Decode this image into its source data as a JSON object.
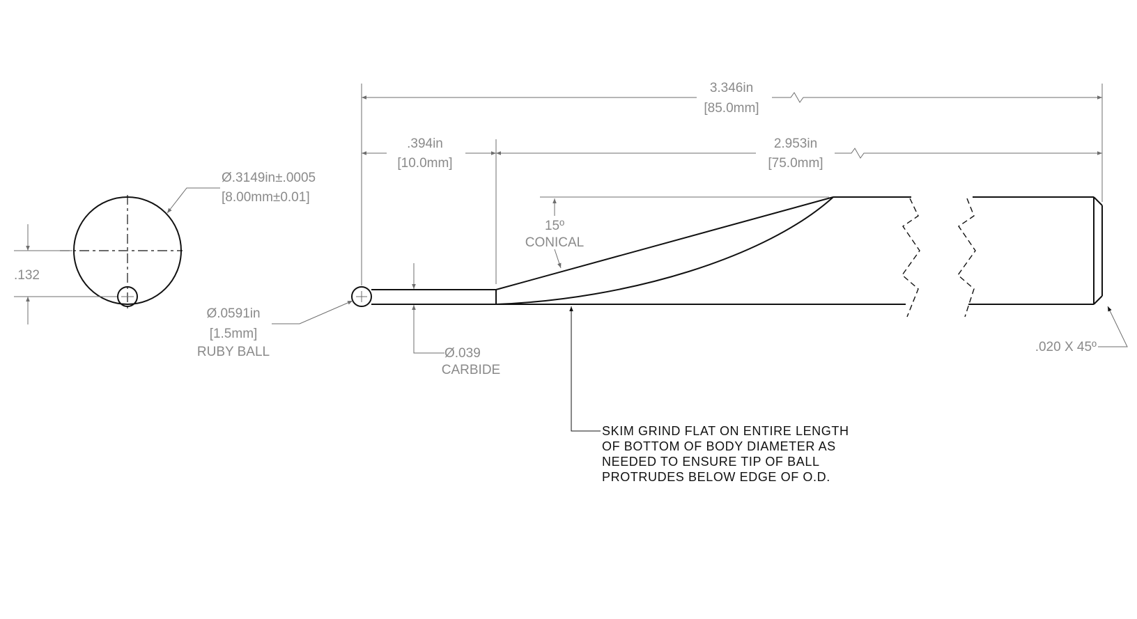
{
  "dimensions": {
    "overall_in": "3.346in",
    "overall_mm": "[85.0mm]",
    "tip_len_in": ".394in",
    "tip_len_mm": "[10.0mm]",
    "body_len_in": "2.953in",
    "body_len_mm": "[75.0mm]",
    "body_dia_in": "Ø.3149in±.0005",
    "body_dia_mm": "[8.00mm±0.01]",
    "offset": ".132",
    "cone_angle": "15º",
    "cone_label": "CONICAL",
    "ball_dia_in": "Ø.0591in",
    "ball_dia_mm": "[1.5mm]",
    "ball_label": "RUBY BALL",
    "stem_dia": "Ø.039",
    "stem_label": "CARBIDE",
    "chamfer": ".020 X 45º"
  },
  "note": {
    "lines": [
      "SKIM GRIND FLAT ON ENTIRE LENGTH",
      "OF BOTTOM OF BODY DIAMETER AS",
      "NEEDED TO ENSURE TIP OF BALL",
      "PROTRUDES BELOW EDGE OF O.D."
    ]
  }
}
